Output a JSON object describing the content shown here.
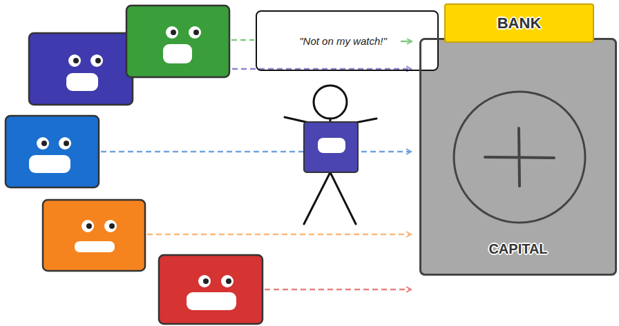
{
  "diagram": {
    "nodes": [
      {
        "text": [
          "\"Not on my watch!\""
        ]
      },
      {
        "text": [
          "BANK",
          "CAPITAL"
        ]
      }
    ]
  }
}
